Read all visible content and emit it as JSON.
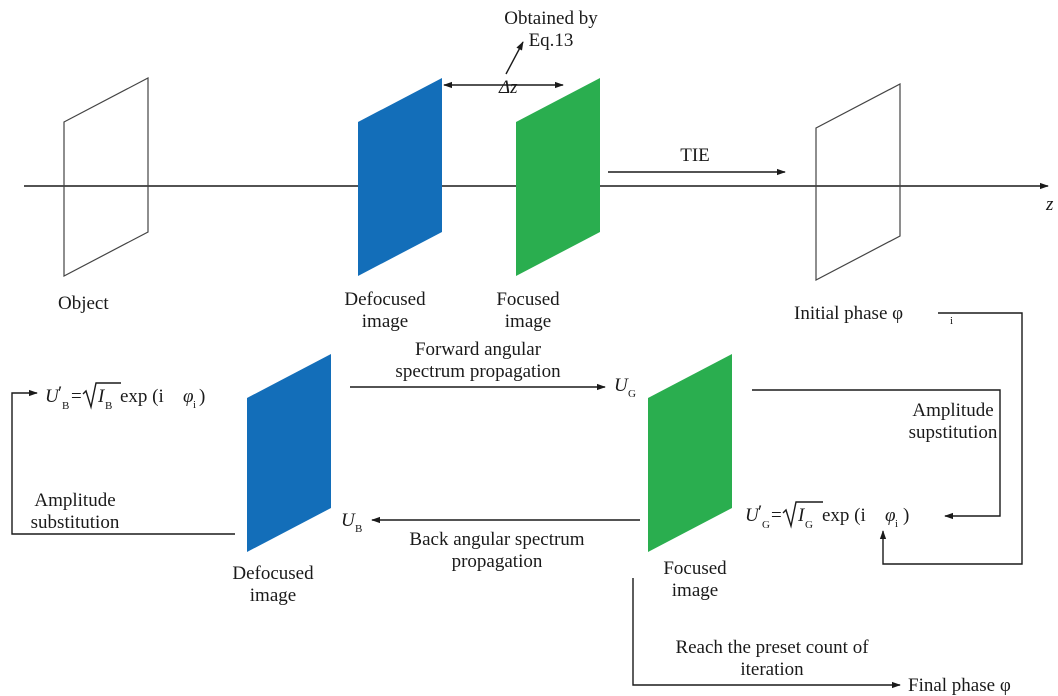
{
  "colors": {
    "defocused_plane": "#136EB9",
    "focused_plane": "#2AAE4F",
    "ink": "#1a1a1a",
    "outline": "#444444"
  },
  "top": {
    "axis_label": "z",
    "delta_label": "Δz",
    "obtained_line1": "Obtained by",
    "obtained_line2": "Eq.13",
    "tie_label": "TIE",
    "object_label": "Object",
    "defocused_line1": "Defocused",
    "defocused_line2": "image",
    "focused_line1": "Focused",
    "focused_line2": "image",
    "initial_phase_text": "Initial phase ",
    "phi": "φ",
    "sub_i": "i"
  },
  "loop": {
    "ub_prime_U": "U",
    "prime": "′",
    "sub_B": "B",
    "sub_G": "G",
    "equals": "=",
    "I": "I",
    "exp_text": " exp (i ",
    "phi": "φ",
    "sub_i": "i",
    "close_paren": ")",
    "forward_line1": "Forward angular",
    "forward_line2": "spectrum propagation",
    "ug_U": "U",
    "amp_sup_line1": "Amplitude",
    "amp_sup_line2": "supstitution",
    "ub_U": "U",
    "back_line1": "Back angular spectrum",
    "back_line2": "propagation",
    "amp_sub_line1": "Amplitude",
    "amp_sub_line2": "substitution",
    "defocused_line1": "Defocused",
    "defocused_line2": "image",
    "focused_line1": "Focused",
    "focused_line2": "image",
    "reach_line1": "Reach the preset count of",
    "reach_line2": "iteration",
    "final_phase_text": "Final phase ",
    "final_phi": "φ"
  }
}
